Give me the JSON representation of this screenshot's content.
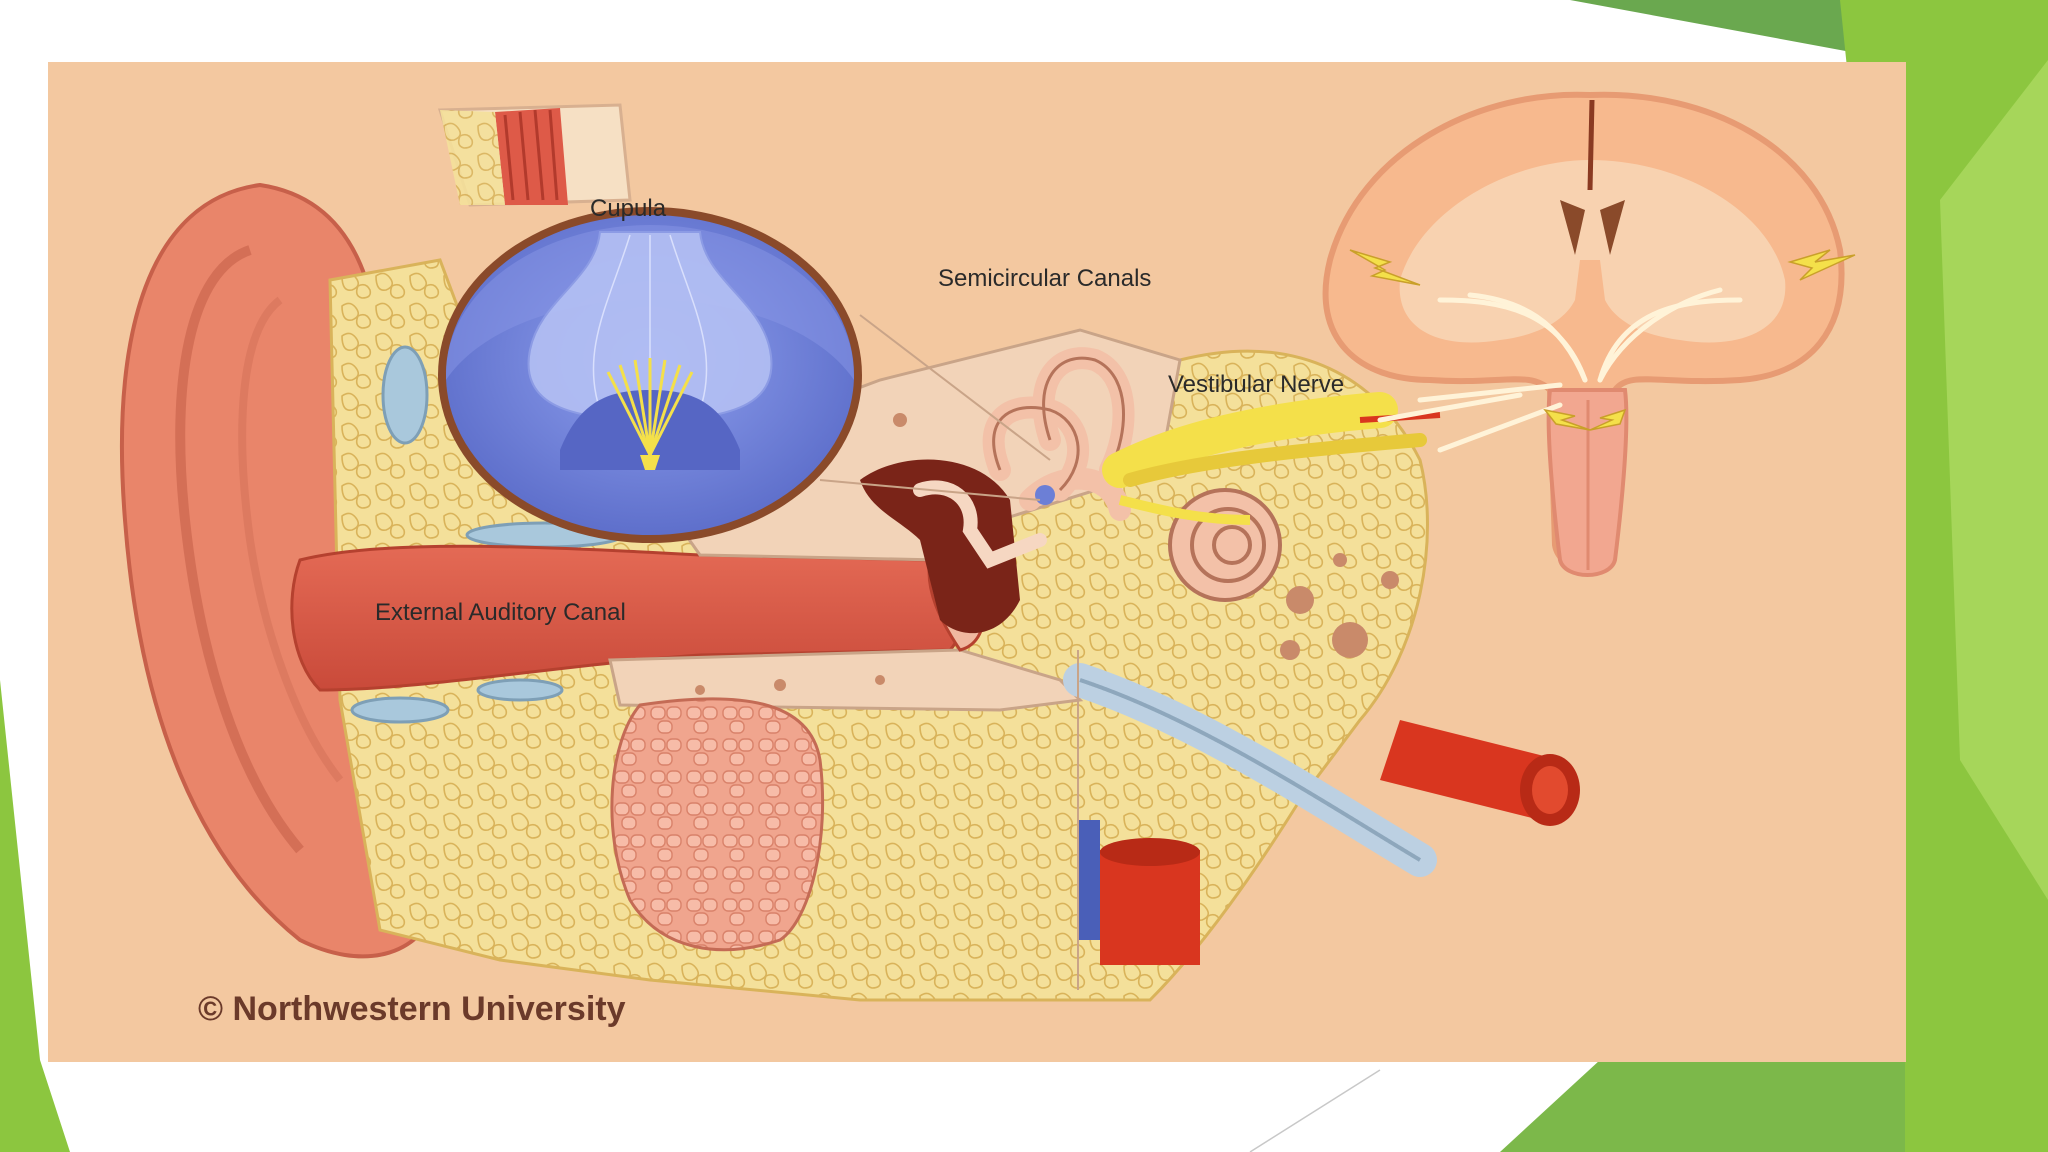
{
  "labels": {
    "cupula": "Cupula",
    "semicircular_canals": "Semicircular Canals",
    "vestibular_nerve": "Vestibular Nerve",
    "external_auditory_canal": "External Auditory Canal"
  },
  "copyright": "© Northwestern University",
  "colors": {
    "background_tan": "#f3c8a0",
    "accent_green_light": "#8cc63f",
    "accent_green_dark": "#6aa84f",
    "skin": "#e98a6a",
    "fat": "#f2dc8c",
    "cupula_blue": "#6c7fd6",
    "nerve_yellow": "#f4e04a",
    "vessel_red": "#d9361f"
  }
}
